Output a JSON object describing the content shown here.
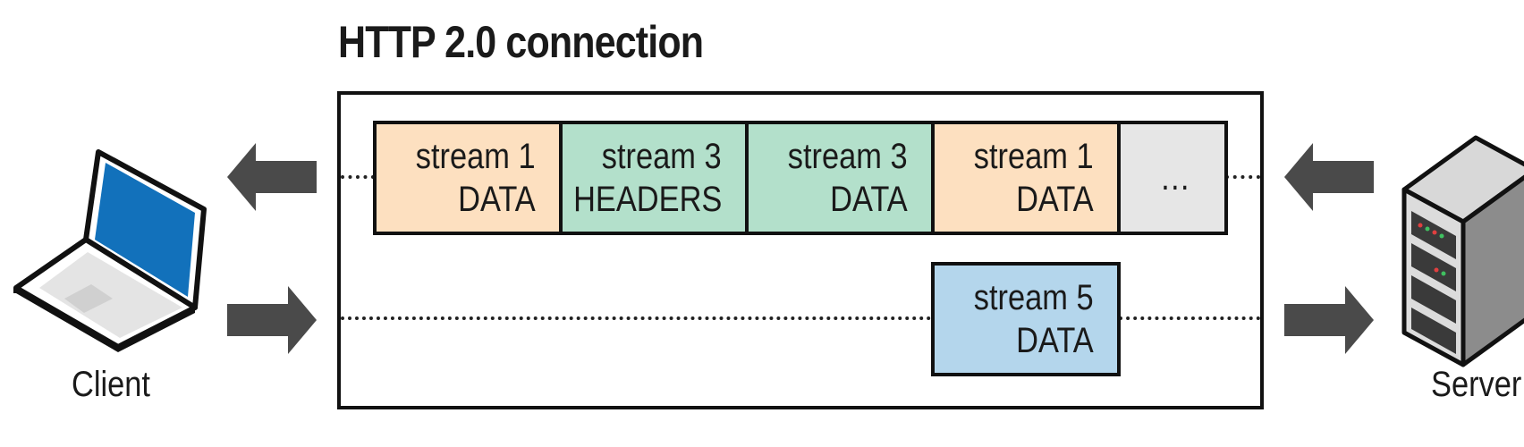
{
  "title": "HTTP 2.0 connection",
  "client": {
    "label": "Client",
    "icon": "laptop-icon"
  },
  "server": {
    "label": "Server",
    "icon": "server-icon"
  },
  "colors": {
    "stream1": "#fde0c0",
    "stream3": "#b3e0cb",
    "stream5": "#b4d6ec",
    "pending": "#e6e6e6",
    "arrow": "#4a4a4a",
    "laptop_screen": "#1271bb"
  },
  "lanes": {
    "top": {
      "direction": "server-to-client",
      "frames": [
        {
          "line1": "stream 1",
          "line2": "DATA",
          "kind": "stream1"
        },
        {
          "line1": "stream 3",
          "line2": "HEADERS",
          "kind": "stream3"
        },
        {
          "line1": "stream 3",
          "line2": "DATA",
          "kind": "stream3"
        },
        {
          "line1": "stream 1",
          "line2": "DATA",
          "kind": "stream1"
        },
        {
          "line1": "…",
          "line2": "",
          "kind": "pending"
        }
      ]
    },
    "bottom": {
      "direction": "client-to-server",
      "frames": [
        {
          "line1": "stream 5",
          "line2": "DATA",
          "kind": "stream5"
        }
      ]
    }
  }
}
